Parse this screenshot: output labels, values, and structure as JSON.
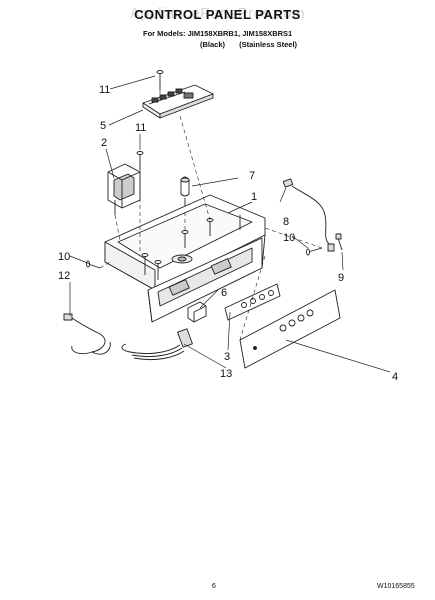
{
  "watermark": "AppliancePartsPros.com",
  "header": {
    "title": "CONTROL PANEL PARTS",
    "models": "For Models: JIM158XBRB1, JIM158XBRS1",
    "variant_black": "(Black)",
    "variant_stainless": "(Stainless Steel)"
  },
  "callouts": {
    "c1": "1",
    "c2": "2",
    "c3": "3",
    "c4": "4",
    "c5": "5",
    "c6": "6",
    "c7": "7",
    "c8": "8",
    "c9": "9",
    "c10a": "10",
    "c10b": "10",
    "c11a": "11",
    "c11b": "11",
    "c12": "12",
    "c13": "13"
  },
  "footer": {
    "page_number": "6",
    "document_number": "W10165855"
  }
}
